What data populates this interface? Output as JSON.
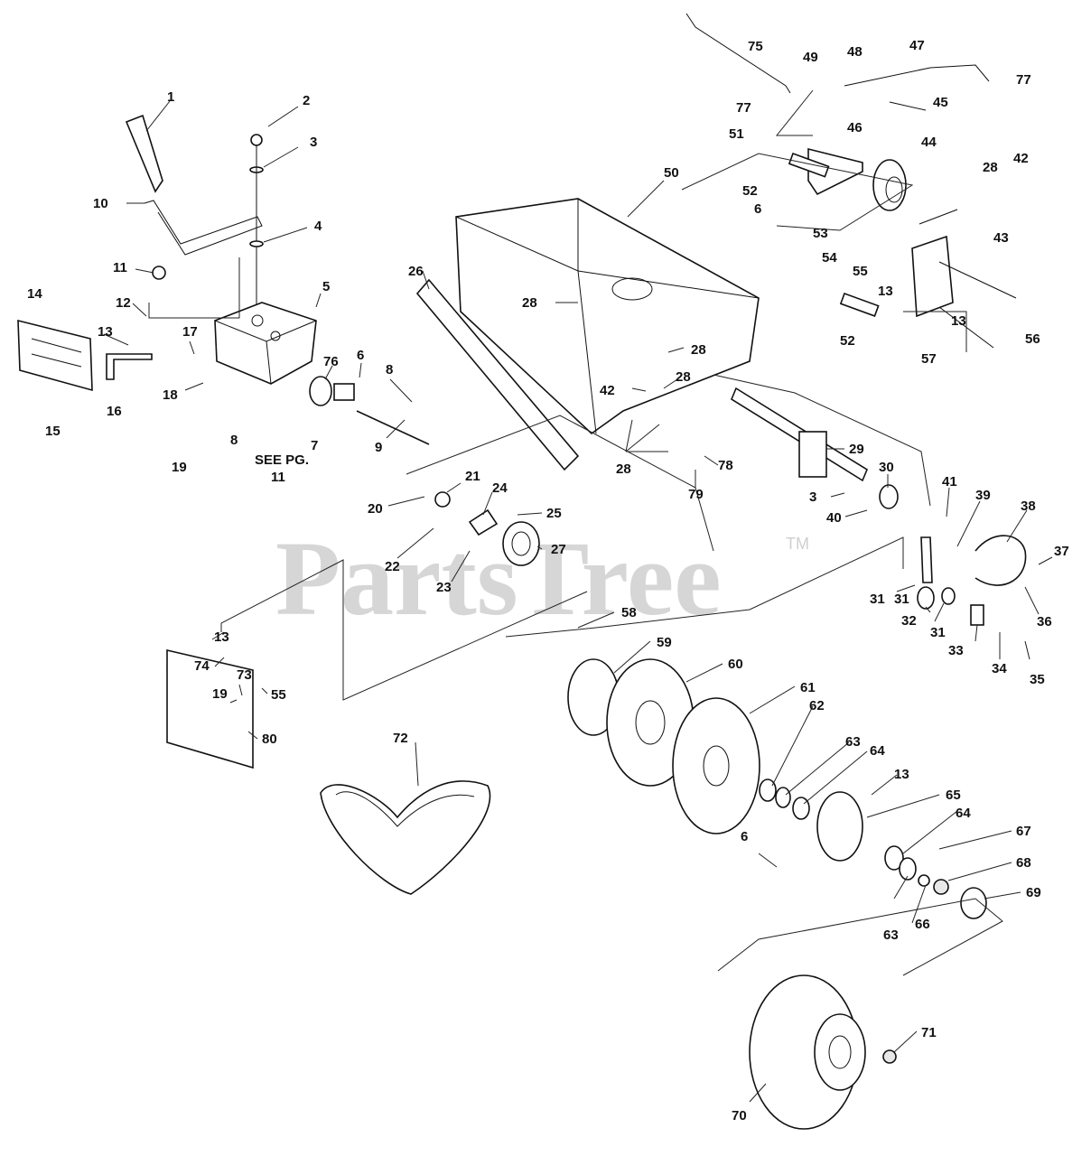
{
  "watermark": {
    "text": "PartsTree",
    "trademark": "TM"
  },
  "see_page_note": {
    "line1": "SEE PG.",
    "line2": "11"
  },
  "callouts": [
    "1",
    "2",
    "3",
    "4",
    "5",
    "6",
    "7",
    "8",
    "9",
    "10",
    "11",
    "12",
    "13",
    "14",
    "15",
    "16",
    "17",
    "18",
    "19",
    "20",
    "21",
    "22",
    "23",
    "24",
    "25",
    "26",
    "27",
    "28",
    "29",
    "30",
    "31",
    "32",
    "33",
    "34",
    "35",
    "36",
    "37",
    "38",
    "39",
    "40",
    "41",
    "42",
    "43",
    "44",
    "45",
    "46",
    "47",
    "48",
    "49",
    "50",
    "51",
    "52",
    "53",
    "54",
    "55",
    "56",
    "57",
    "58",
    "59",
    "60",
    "61",
    "62",
    "63",
    "64",
    "65",
    "66",
    "67",
    "68",
    "69",
    "70",
    "71",
    "72",
    "73",
    "74",
    "75",
    "76",
    "77",
    "78",
    "79",
    "80"
  ]
}
